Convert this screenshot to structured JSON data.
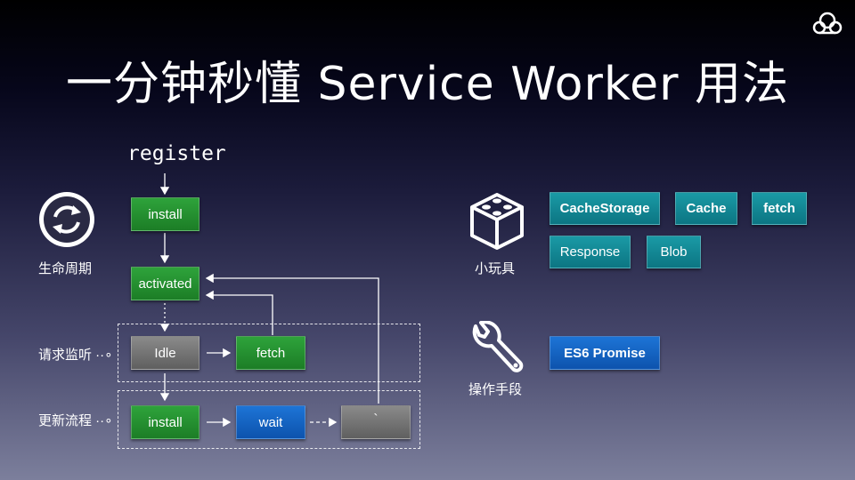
{
  "slide": {
    "title": "一分钟秒懂 Service Worker 用法"
  },
  "icons": {
    "logo": "cloud-logo-icon",
    "lifecycle": "refresh-cycle-icon",
    "toys": "lego-box-icon",
    "tools": "wrench-icon"
  },
  "lifecycle": {
    "register_label": "register",
    "install_label": "install",
    "activated_label": "activated",
    "side_label": "生命周期",
    "listen_label": "请求监听 ··∘",
    "update_label": "更新流程 ··∘",
    "idle_label": "Idle",
    "fetch_label": "fetch",
    "install2_label": "install",
    "wait_label": "wait",
    "empty_box_label": "`"
  },
  "toys": {
    "label": "小玩具",
    "items": [
      "CacheStorage",
      "Cache",
      "fetch",
      "Response",
      "Blob"
    ]
  },
  "tools": {
    "label": "操作手段",
    "items": [
      "ES6 Promise"
    ]
  },
  "colors": {
    "green": "#1c7d26",
    "gray": "#6b6b6b",
    "blue": "#0d53ad",
    "teal": "#0c7583"
  }
}
